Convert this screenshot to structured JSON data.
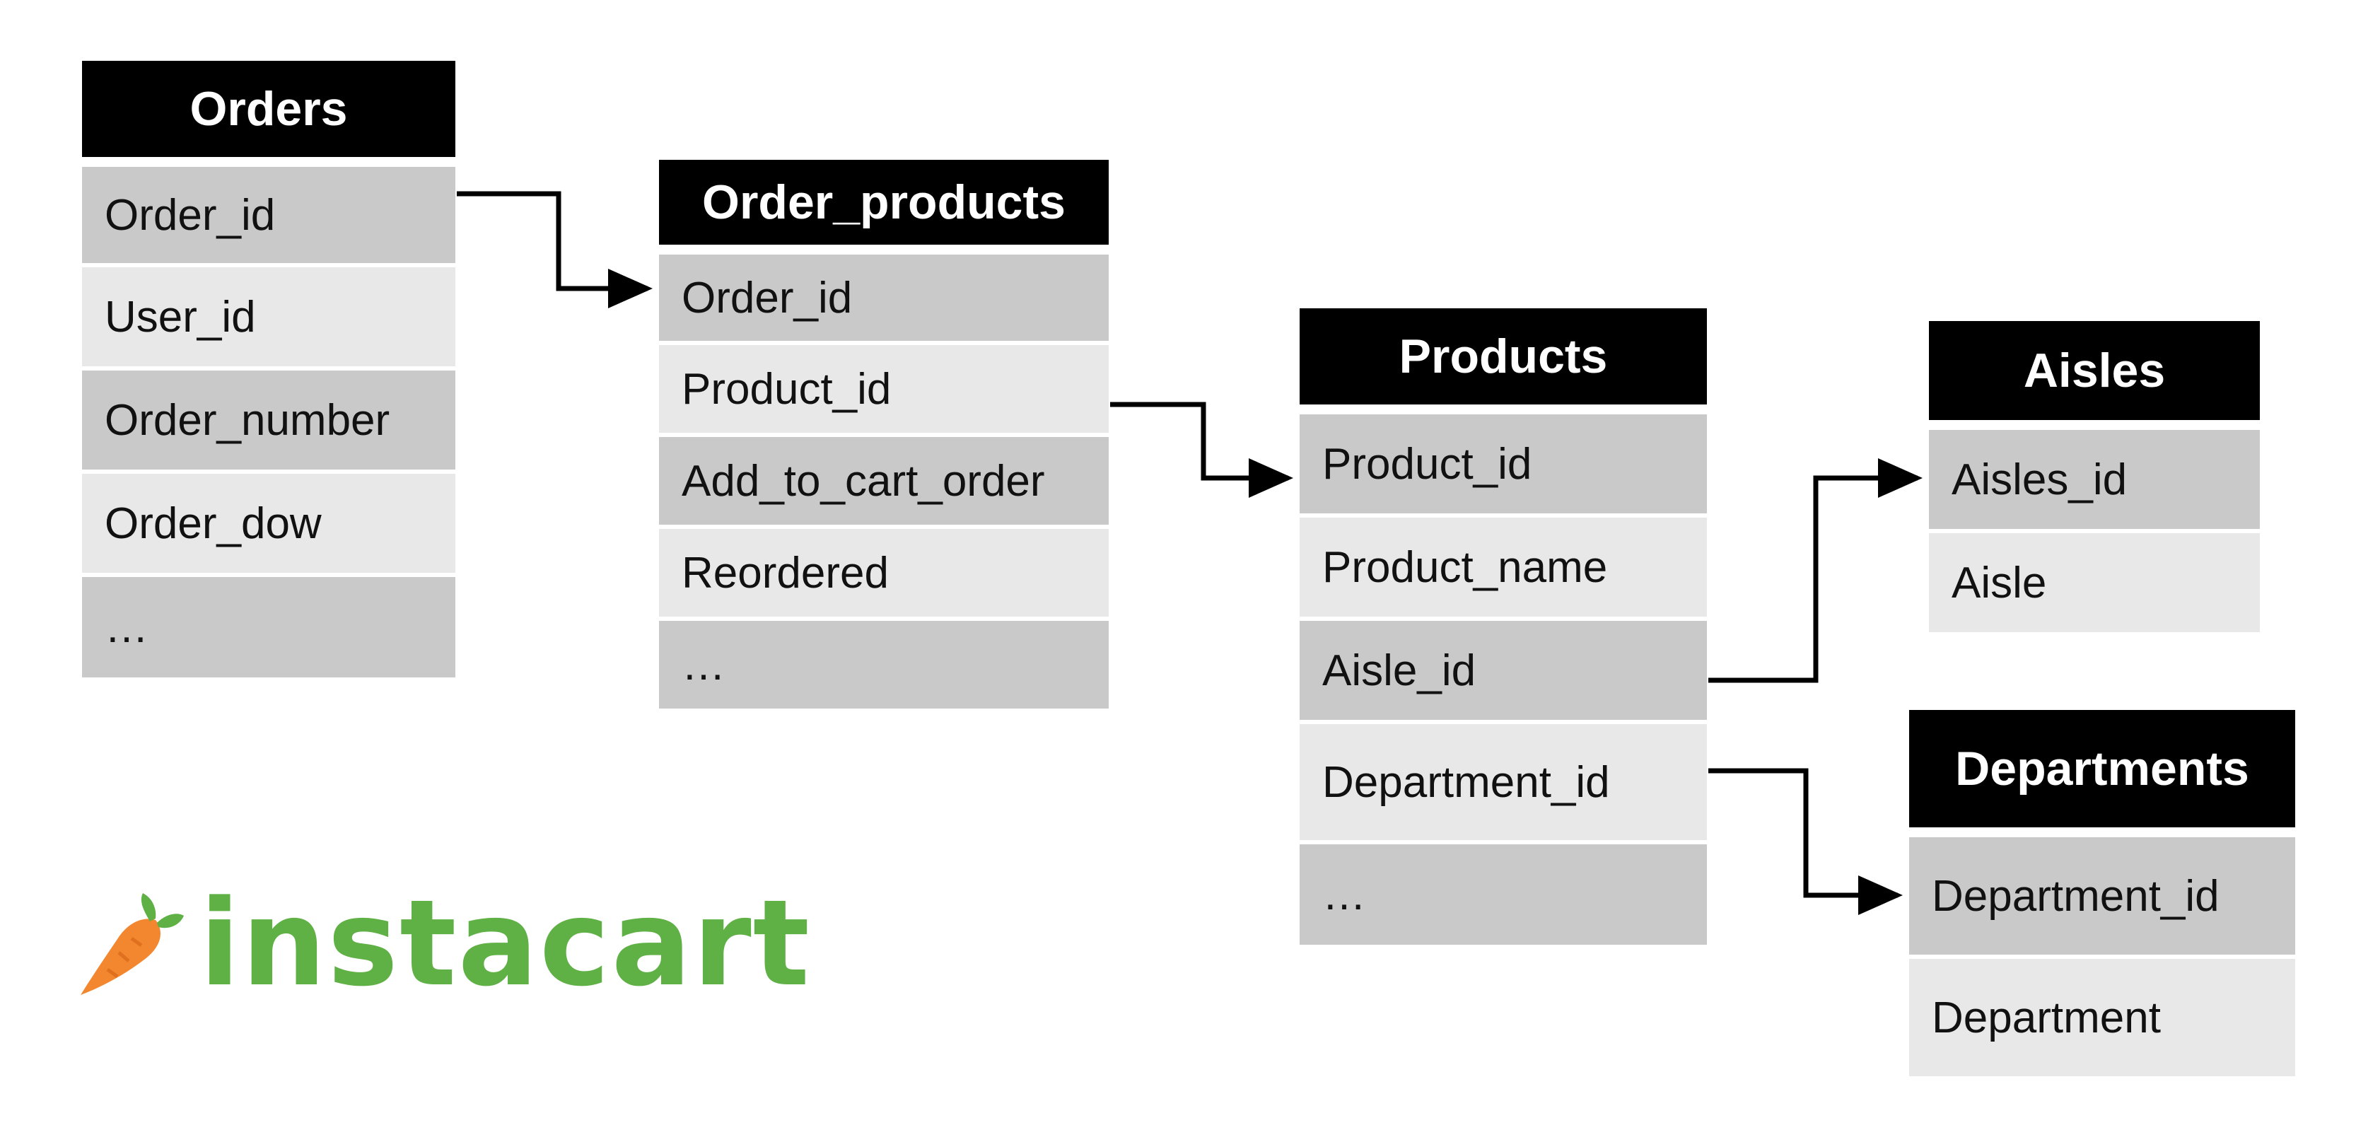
{
  "tables": {
    "orders": {
      "title": "Orders",
      "fields": [
        "Order_id",
        "User_id",
        "Order_number",
        "Order_dow",
        "…"
      ]
    },
    "order_products": {
      "title": "Order_products",
      "fields": [
        "Order_id",
        "Product_id",
        "Add_to_cart_order",
        "Reordered",
        "…"
      ]
    },
    "products": {
      "title": "Products",
      "fields": [
        "Product_id",
        "Product_name",
        "Aisle_id",
        "Department_id",
        "…"
      ]
    },
    "aisles": {
      "title": "Aisles",
      "fields": [
        "Aisles_id",
        "Aisle"
      ]
    },
    "departments": {
      "title": "Departments",
      "fields": [
        "Department_id",
        "Department"
      ]
    }
  },
  "logo": {
    "text": "instacart",
    "brand_color": "#5fb045",
    "icon": "carrot-icon"
  },
  "colors": {
    "header": "#000000",
    "row_dark": "#c9c9c9",
    "row_light": "#e8e8e8",
    "connector": "#000000"
  }
}
